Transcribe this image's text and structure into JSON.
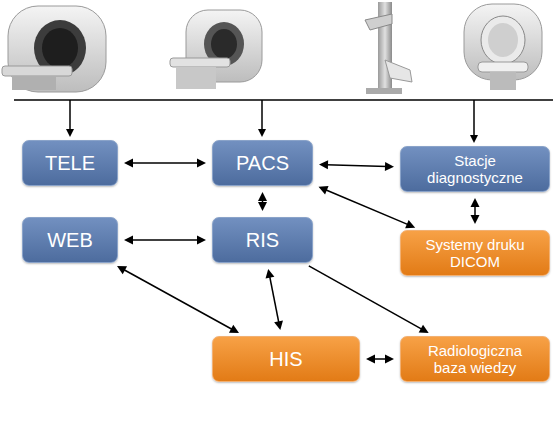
{
  "diagram": {
    "nodes": [
      {
        "text": [
          "TELE"
        ]
      },
      {
        "text": [
          "PACS"
        ]
      },
      {
        "text": [
          "Stacje diagnostyczne"
        ]
      },
      {
        "text": [
          "WEB"
        ]
      },
      {
        "text": [
          "RIS"
        ]
      },
      {
        "text": [
          "Systemy druku DICOM"
        ]
      },
      {
        "text": [
          "HIS"
        ]
      },
      {
        "text": [
          "Radiologiczna baza wiedzy"
        ]
      }
    ],
    "edges": [
      {
        "from": 0,
        "to": 1,
        "arrow": "both"
      },
      {
        "from": 1,
        "to": 2,
        "arrow": "both"
      },
      {
        "from": 1,
        "to": 4,
        "arrow": "both"
      },
      {
        "from": 2,
        "to": 5,
        "arrow": "both"
      },
      {
        "from": 1,
        "to": 5,
        "arrow": "both"
      },
      {
        "from": 3,
        "to": 4,
        "arrow": "both"
      },
      {
        "from": 3,
        "to": 6,
        "arrow": "both"
      },
      {
        "from": 4,
        "to": 6,
        "arrow": "both"
      },
      {
        "from": 4,
        "to": 7,
        "arrow": "to"
      },
      {
        "from": 6,
        "to": 7,
        "arrow": "both"
      }
    ]
  }
}
